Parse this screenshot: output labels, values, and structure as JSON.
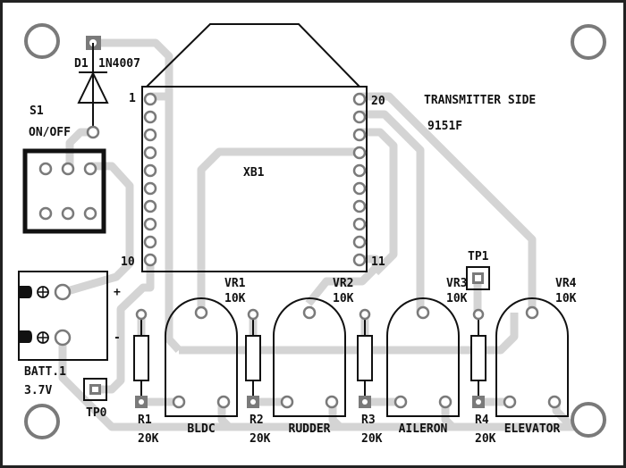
{
  "board": {
    "title": "TRANSMITTER SIDE",
    "code": "9151F"
  },
  "components": {
    "diode": {
      "ref": "D1",
      "value": "1N4007"
    },
    "switch": {
      "ref": "S1",
      "value": "ON/OFF"
    },
    "xbee": {
      "ref": "XB1",
      "pin_first": "1",
      "pin_10": "10",
      "pin_11": "11",
      "pin_20": "20"
    },
    "battery": {
      "ref": "BATT.1",
      "value": "3.7V",
      "plus": "+",
      "minus": "-"
    },
    "tp0": {
      "ref": "TP0"
    },
    "tp1": {
      "ref": "TP1"
    },
    "resistors": [
      {
        "ref": "R1",
        "value": "20K"
      },
      {
        "ref": "R2",
        "value": "20K"
      },
      {
        "ref": "R3",
        "value": "20K"
      },
      {
        "ref": "R4",
        "value": "20K"
      }
    ],
    "pots": [
      {
        "ref": "VR1",
        "value": "10K",
        "function": "BLDC"
      },
      {
        "ref": "VR2",
        "value": "10K",
        "function": "RUDDER"
      },
      {
        "ref": "VR3",
        "value": "10K",
        "function": "AILERON"
      },
      {
        "ref": "VR4",
        "value": "10K",
        "function": "ELEVATOR"
      }
    ]
  },
  "colors": {
    "trace": "#d4d4d4",
    "pad": "#7a7a7a",
    "silkscreen": "#111111",
    "background": "#ffffff"
  }
}
